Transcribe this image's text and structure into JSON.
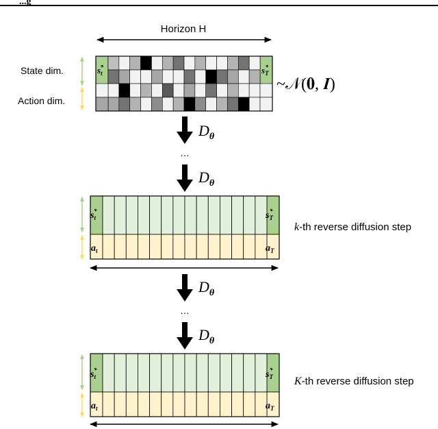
{
  "section_heading": "...g",
  "horizon_label": "Horizon H",
  "state_dim_label": "State dim.",
  "action_dim_label": "Action dim.",
  "noise_distribution": "~𝒩(𝟎, 𝑰)",
  "denoiser_label": "D",
  "denoiser_subscript": "θ",
  "ellipsis": "…",
  "state_start": "s",
  "state_start_sub": "t",
  "state_end": "s",
  "state_end_sub": "T",
  "goal_marker": "*",
  "action_start": "a",
  "action_start_sub": "t",
  "action_end": "a",
  "action_end_sub": "T",
  "step_k_var": "k",
  "step_k_text": "-th reverse diffusion step",
  "step_K_var": "K",
  "step_K_text": "-th reverse diffusion step",
  "colors": {
    "state_green_dark": "#a9d08e",
    "state_green_light": "#e2efda",
    "action_yellow": "#fff2cc",
    "state_arrow": "#a9d08e",
    "action_arrow": "#ffd966",
    "ink": "#000000"
  },
  "noise_grid": {
    "rows": 4,
    "cols": 14,
    "levels": [
      [
        0.25,
        0.05,
        0.3,
        1.0,
        0.05,
        0.3,
        0.55,
        0.05,
        0.3,
        0.05,
        0.05,
        0.3,
        0.55,
        0.05
      ],
      [
        0.55,
        0.35,
        0.05,
        0.05,
        0.35,
        0.05,
        0.05,
        0.55,
        0.05,
        1.0,
        0.55,
        0.35,
        0.05,
        0.3
      ],
      [
        0.05,
        1.0,
        0.05,
        0.3,
        0.05,
        0.65,
        0.05,
        0.35,
        0.05,
        0.55,
        0.05,
        0.3,
        0.05,
        0.05
      ],
      [
        0.35,
        0.55,
        0.3,
        0.05,
        0.45,
        0.05,
        0.3,
        1.0,
        0.45,
        0.05,
        0.3,
        0.55,
        1.0,
        0.05
      ]
    ]
  },
  "denoised_columns": 14
}
